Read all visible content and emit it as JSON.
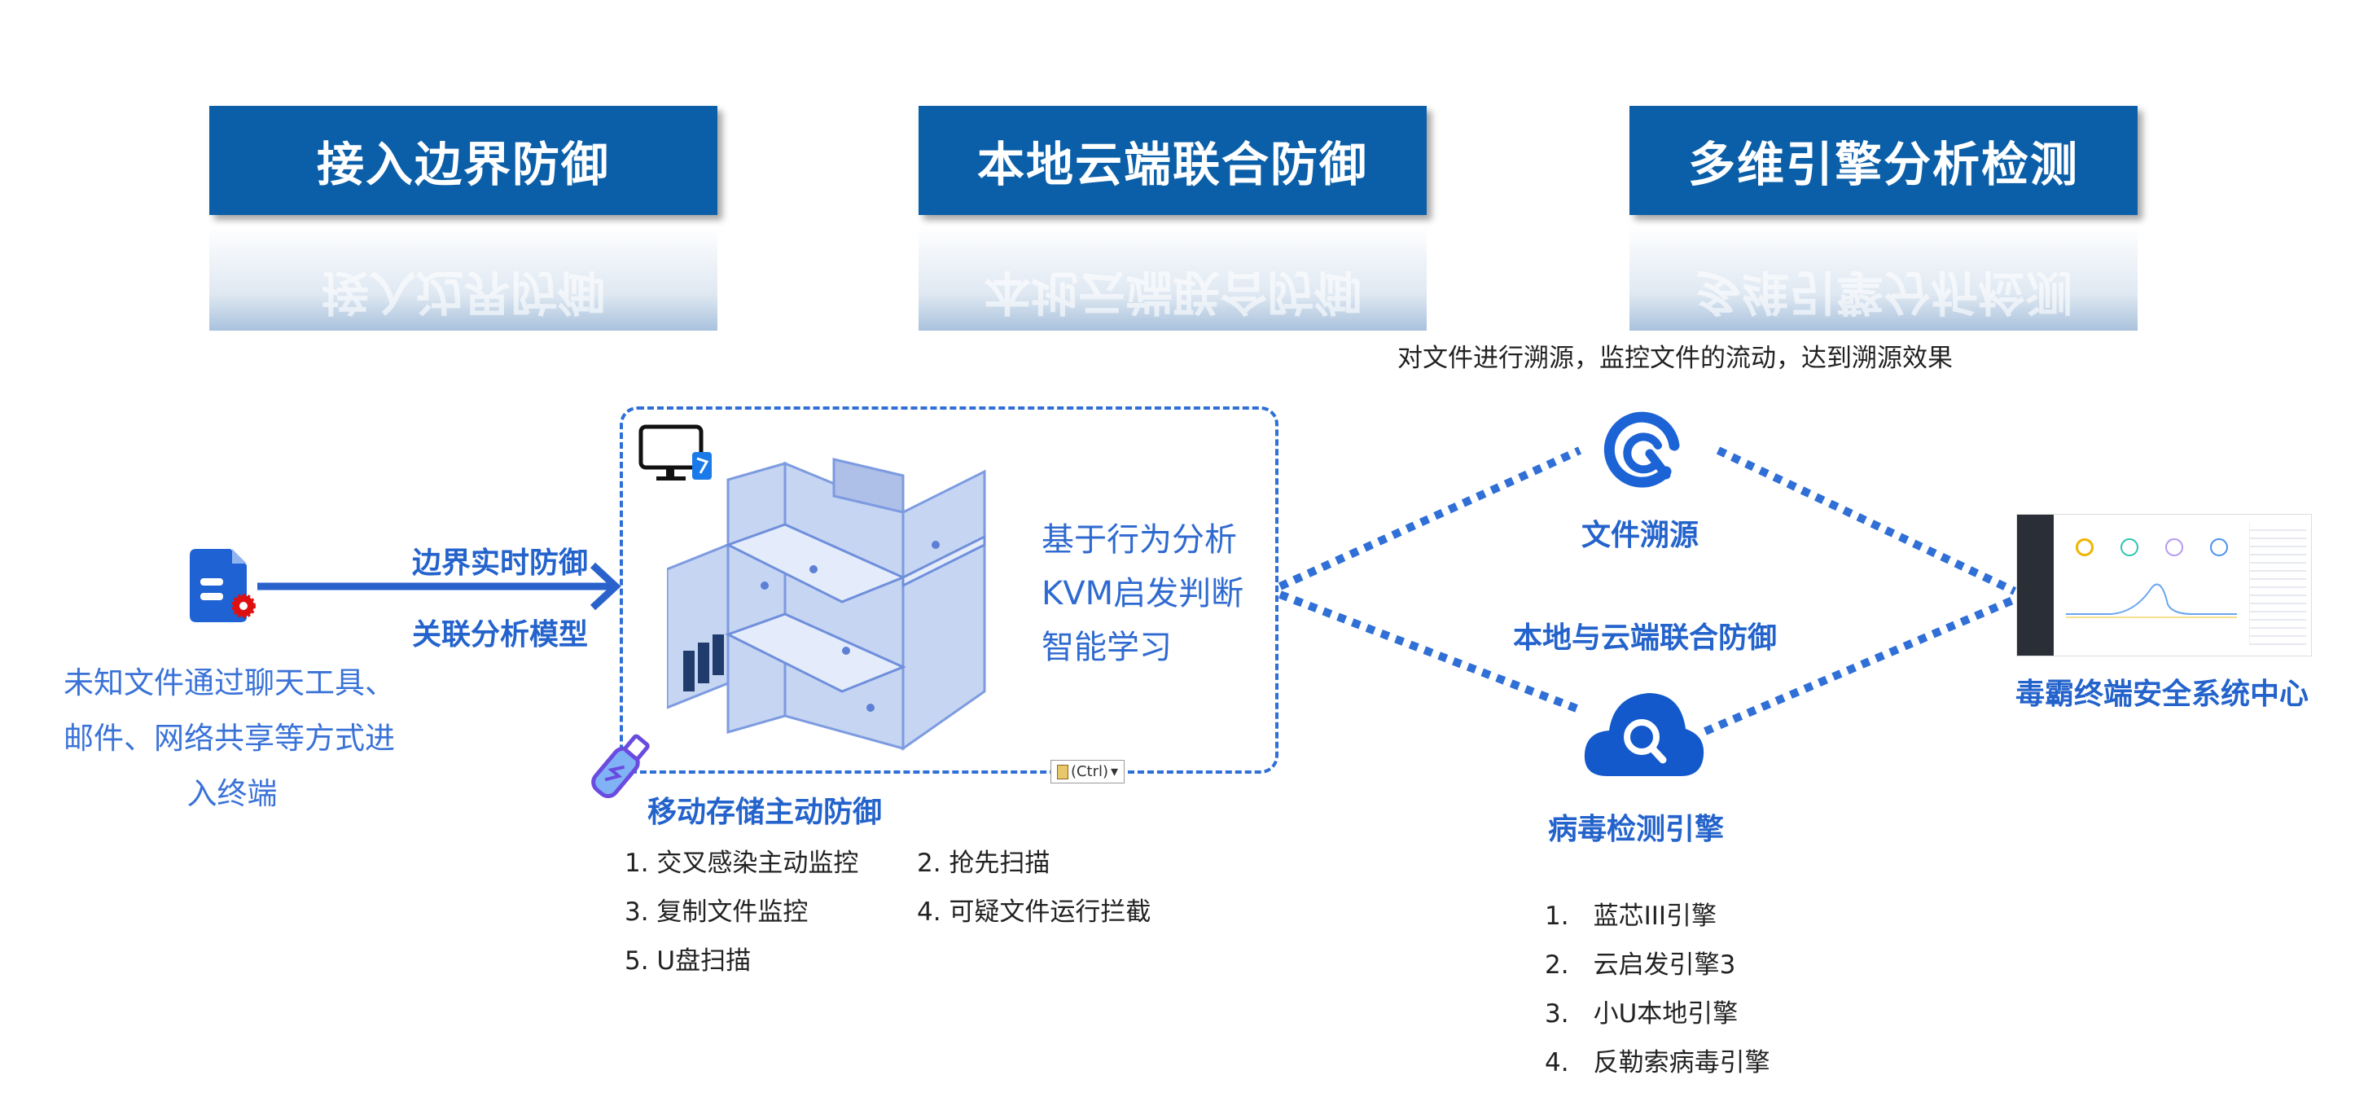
{
  "headers": [
    "接入边界防御",
    "本地云端联合防御",
    "多维引擎分析检测"
  ],
  "trace_note": "对文件进行溯源，监控文件的流动，达到溯源效果",
  "left": {
    "arrow_top": "边界实时防御",
    "arrow_bottom": "关联分析模型",
    "desc": [
      "未知文件通过聊天工具、",
      "邮件、网络共享等方式进",
      "入终端"
    ]
  },
  "center": {
    "features": [
      "基于行为分析",
      "KVM启发判断",
      "智能学习"
    ],
    "usb_title": "移动存储主动防御",
    "usb_items": [
      "1. 交叉感染主动监控",
      "2.  抢先扫描",
      "3. 复制文件监控",
      "4. 可疑文件运行拦截",
      "5. U盘扫描"
    ],
    "paste_badge": "(Ctrl)"
  },
  "right": {
    "trace_label": "文件溯源",
    "joint_label": "本地与云端联合防御",
    "engine_label": "病毒检测引擎",
    "engines": [
      {
        "n": "1.",
        "t": "蓝芯III引擎"
      },
      {
        "n": "2.",
        "t": "云启发引擎3"
      },
      {
        "n": "3.",
        "t": "小U本地引擎"
      },
      {
        "n": "4.",
        "t": "反勒索病毒引擎"
      }
    ],
    "center_label": "毒霸终端安全系统中心"
  },
  "colors": {
    "header": "#0a5fa8",
    "accent": "#2463cc"
  }
}
